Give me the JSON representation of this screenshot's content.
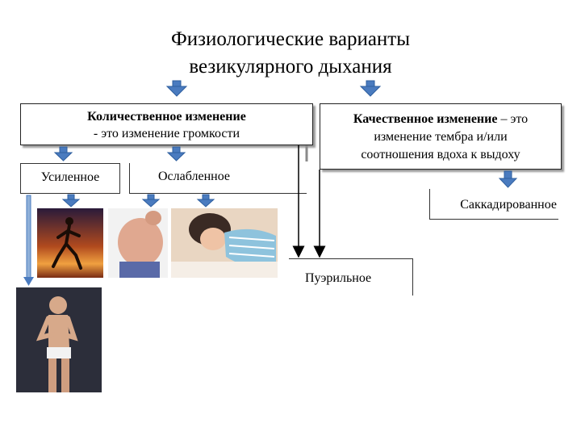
{
  "title": {
    "line1": "Физиологические варианты",
    "line2": "везикулярного дыхания"
  },
  "quantitative": {
    "heading": "Количественное изменение",
    "subtext": "- это изменение громкости"
  },
  "qualitative": {
    "heading": "Качественное изменение",
    "line1_rest": " – это",
    "line2": "изменение  тембра и/или",
    "line3": "соотношения вдоха к выдоху"
  },
  "labels": {
    "enhanced": "Усиленное",
    "weakened": "Ослабленное",
    "saccadic": "Саккадированное",
    "puerile": "Пуэрильное"
  },
  "colors": {
    "arrow_blue": "#4a7bbf",
    "arrow_blue_dark": "#2f5f9f",
    "line_gray": "#8a8a8a"
  }
}
